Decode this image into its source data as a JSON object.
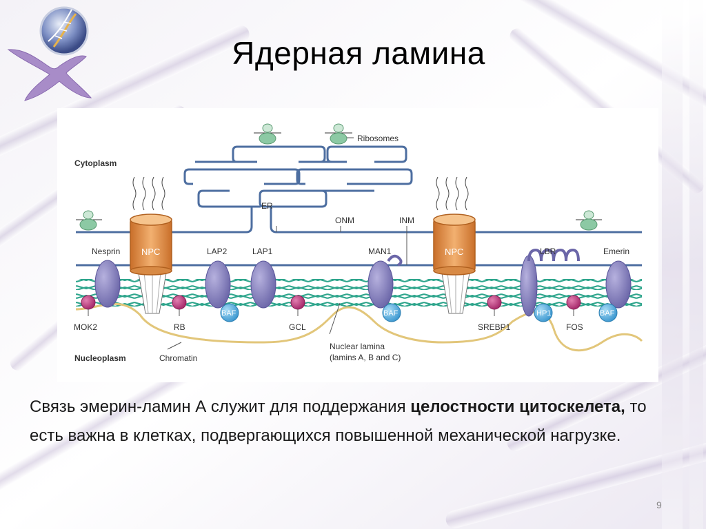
{
  "slide": {
    "title": "Ядерная ламина",
    "page_number": "9"
  },
  "figure": {
    "compartments": {
      "cytoplasm": "Cytoplasm",
      "nucleoplasm": "Nucleoplasm"
    },
    "organelles": {
      "ribosomes": "Ribosomes",
      "er": "ER",
      "onm": "ONM",
      "inm": "INM"
    },
    "proteins": {
      "nesprin": "Nesprin",
      "npc1": "NPC",
      "npc2": "NPC",
      "lap2": "LAP2",
      "lap1": "LAP1",
      "man1": "MAN1",
      "lbr": "LBR",
      "emerin": "Emerin"
    },
    "binding_partners": {
      "mok2": "MOK2",
      "rb": "RB",
      "baf1": "BAF",
      "gcl": "GCL",
      "baf2": "BAF",
      "srebp1": "SREBP1",
      "hp1": "HP1",
      "fos": "FOS",
      "baf3": "BAF"
    },
    "chromatin": "Chromatin",
    "lamina": {
      "line1": "Nuclear lamina",
      "line2": "(lamins A, B and C)"
    }
  },
  "body": {
    "part1": "Связь эмерин-ламин А служит для поддержания ",
    "bold1": "целостности",
    "bold2": "цитоскелета,",
    "part2": " то есть важна в клетках, подвергающихся повышенной механической нагрузке."
  },
  "colors": {
    "membrane": "#4d6ea0",
    "lamina": "#2ea58c",
    "protein": "#7b76b6",
    "npc": "#e8954a",
    "baf": "#4aa7dc",
    "partner": "#b8327a",
    "chromatin": "#e2c67a",
    "ribosome": "#8cc9a4"
  }
}
